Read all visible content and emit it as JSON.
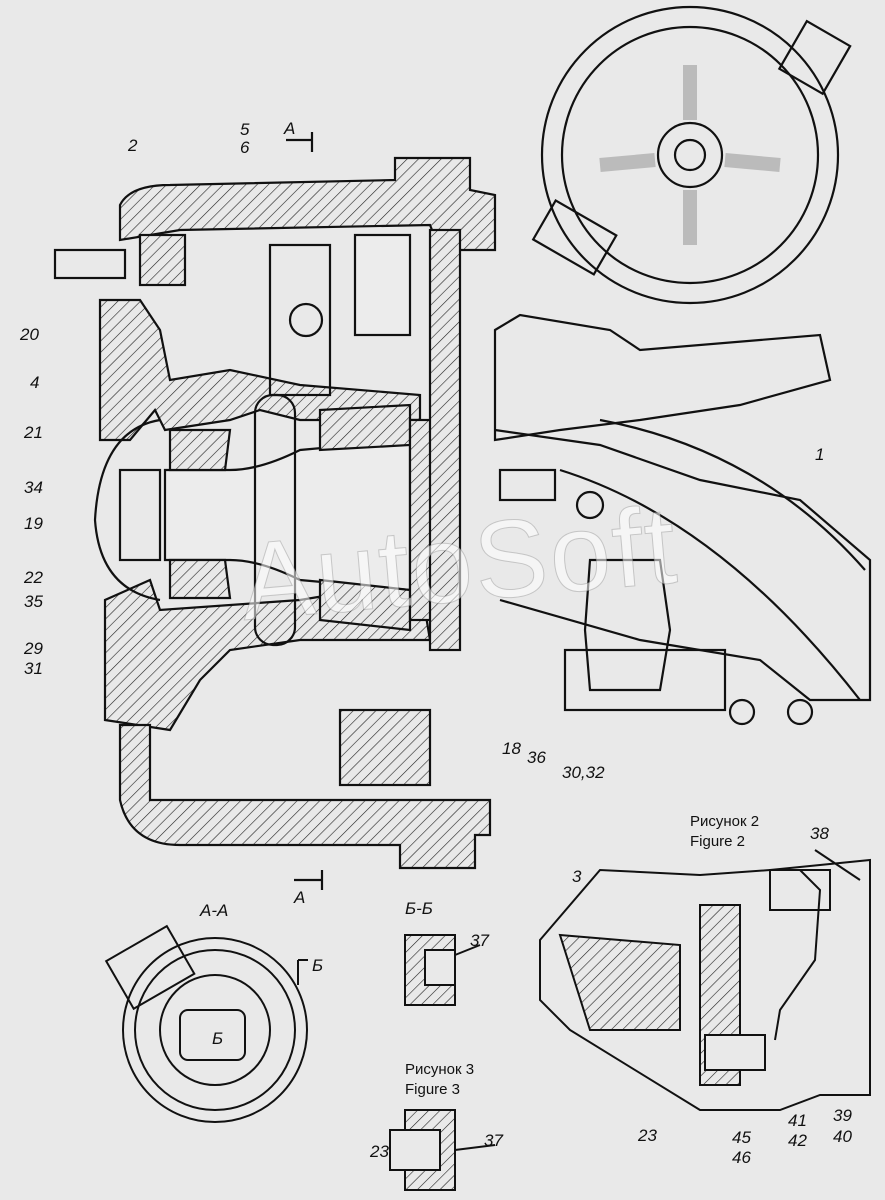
{
  "watermark": "AutoSoft",
  "colors": {
    "background": "#e9e9e9",
    "line": "#111111"
  },
  "main_view": {
    "callouts": [
      "2",
      "5",
      "6",
      "20",
      "4",
      "21",
      "34",
      "19",
      "22",
      "35",
      "29",
      "31",
      "1",
      "18",
      "36",
      "30,32"
    ],
    "section_mark_top": "A",
    "section_mark_bottom": "A"
  },
  "section_aa": {
    "title": "А-А",
    "mark_b": "Б",
    "mark_b2": "Б"
  },
  "section_bb": {
    "title": "Б-Б",
    "callouts": [
      "37"
    ]
  },
  "figure2": {
    "title_ru": "Рисунок 2",
    "title_en": "Figure 2",
    "callouts": [
      "38",
      "3",
      "23",
      "45",
      "46",
      "41",
      "42",
      "39",
      "40"
    ]
  },
  "figure3": {
    "title_ru": "Рисунок 3",
    "title_en": "Figure 3",
    "callouts": [
      "23",
      "37"
    ]
  }
}
